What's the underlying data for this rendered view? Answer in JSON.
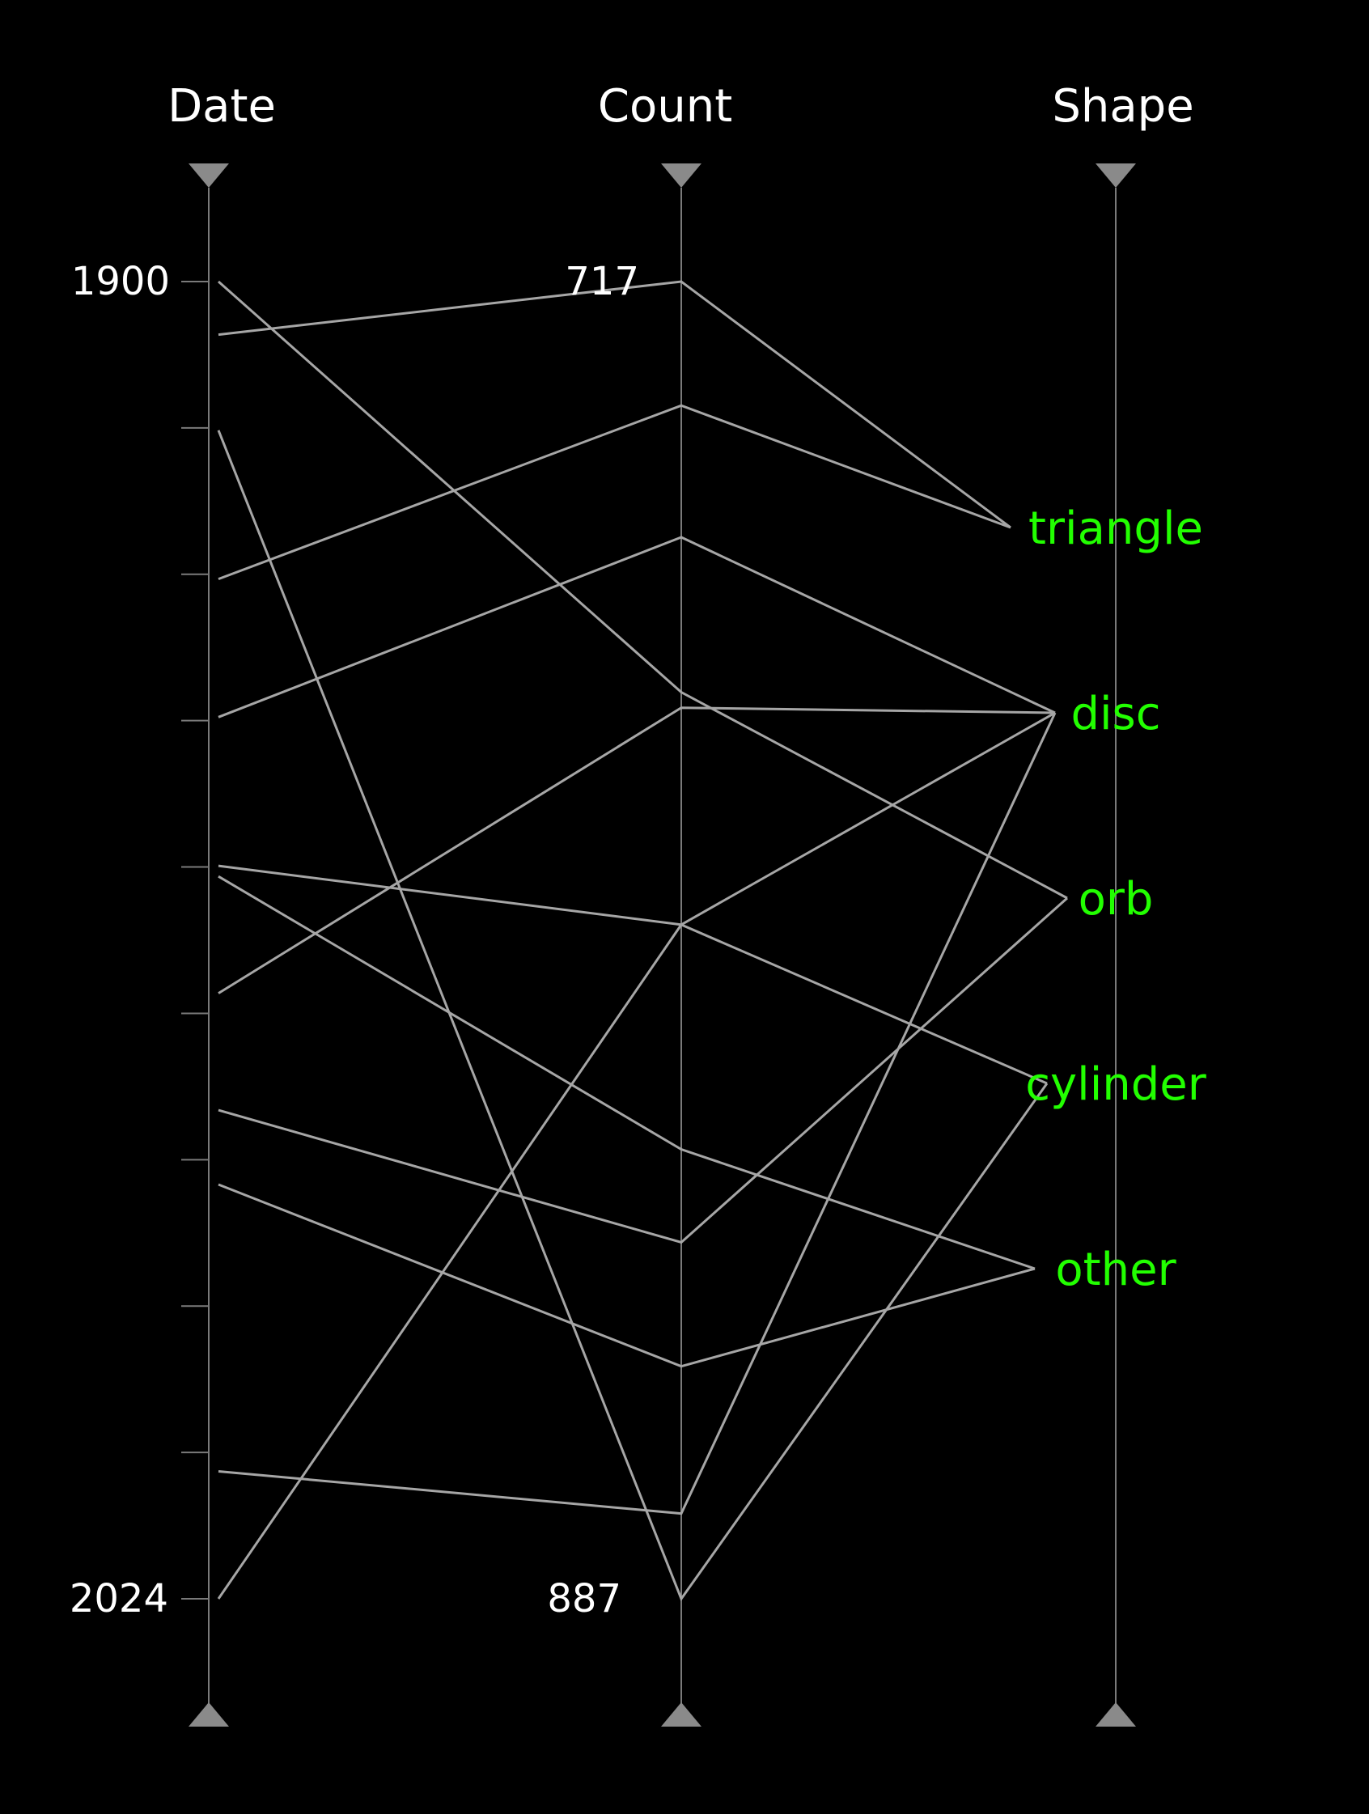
{
  "chart_data": {
    "type": "parallel-coordinates",
    "axes": [
      {
        "name": "Date",
        "kind": "numeric",
        "range": [
          1900,
          2024
        ],
        "tick_labels": [
          "1900",
          "2024"
        ],
        "minor_ticks": 10
      },
      {
        "name": "Count",
        "kind": "numeric",
        "range": [
          717,
          887
        ],
        "tick_labels": [
          "717",
          "887"
        ]
      },
      {
        "name": "Shape",
        "kind": "categorical",
        "categories": [
          "triangle",
          "disc",
          "orb",
          "cylinder",
          "other"
        ]
      }
    ],
    "records": [
      {
        "Date": 1905,
        "Count": 717,
        "Shape": "triangle"
      },
      {
        "Date": 1928,
        "Count": 733,
        "Shape": "triangle"
      },
      {
        "Date": 1941,
        "Count": 750,
        "Shape": "disc"
      },
      {
        "Date": 1900,
        "Count": 770,
        "Shape": "orb"
      },
      {
        "Date": 1967,
        "Count": 772,
        "Shape": "disc"
      },
      {
        "Date": 1955,
        "Count": 800,
        "Shape": "cylinder"
      },
      {
        "Date": 1914,
        "Count": 887,
        "Shape": "cylinder"
      },
      {
        "Date": 1956,
        "Count": 829,
        "Shape": "other"
      },
      {
        "Date": 1978,
        "Count": 841,
        "Shape": "orb"
      },
      {
        "Date": 1985,
        "Count": 857,
        "Shape": "other"
      },
      {
        "Date": 2012,
        "Count": 876,
        "Shape": "disc"
      },
      {
        "Date": 2024,
        "Count": 800,
        "Shape": "disc"
      }
    ],
    "colors": {
      "background": "#000000",
      "axis": "#7a7a7a",
      "line": "#a6a6a6",
      "marker": "#8a8a8a",
      "axis_title": "#ffffff",
      "tick_label": "#ffffff",
      "category_label": "#22ff00"
    }
  }
}
